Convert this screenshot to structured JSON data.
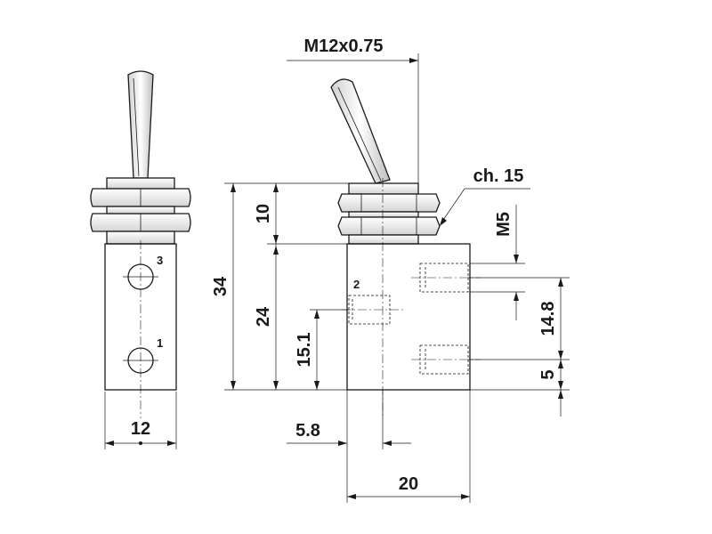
{
  "dimensions": {
    "thread": "M12x0.75",
    "chamfer": "ch. 15",
    "port_thread": "M5",
    "height_top": "10",
    "height_total": "34",
    "height_body": "24",
    "port2_height": "15.1",
    "port_spacing": "14.8",
    "port_bottom": "5",
    "width_front": "12",
    "port2_offset": "5.8",
    "width_side": "20"
  },
  "ports": {
    "port_1": "1",
    "port_2": "2",
    "port_3": "3"
  }
}
